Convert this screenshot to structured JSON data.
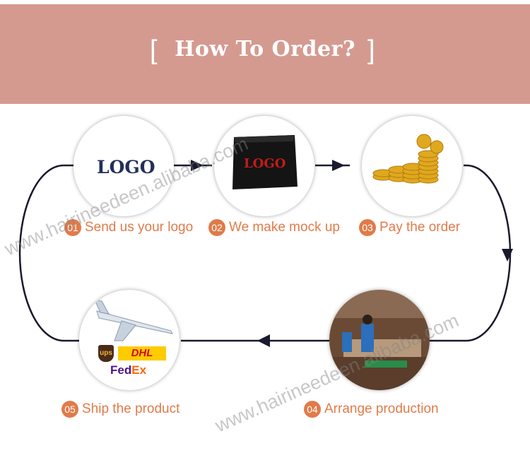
{
  "header": {
    "title": "How To Order?",
    "bracket_left": "[",
    "bracket_right": "]"
  },
  "steps": [
    {
      "number": "01",
      "label": "Send us your logo"
    },
    {
      "number": "02",
      "label": "We make mock up"
    },
    {
      "number": "03",
      "label": "Pay the order"
    },
    {
      "number": "04",
      "label": "Arrange production"
    },
    {
      "number": "05",
      "label": "Ship the product"
    }
  ],
  "images": {
    "logo_card": "LOGO",
    "logo_box": "LOGO",
    "shipping": {
      "ups": "ups",
      "dhl": "DHL",
      "fedex_fed": "Fed",
      "fedex_ex": "Ex"
    }
  },
  "watermark": "www.hairineedeen.alibaba.com",
  "colors": {
    "banner": "#d49a90",
    "accent": "#e07b4a",
    "line": "#1a1a2e"
  }
}
